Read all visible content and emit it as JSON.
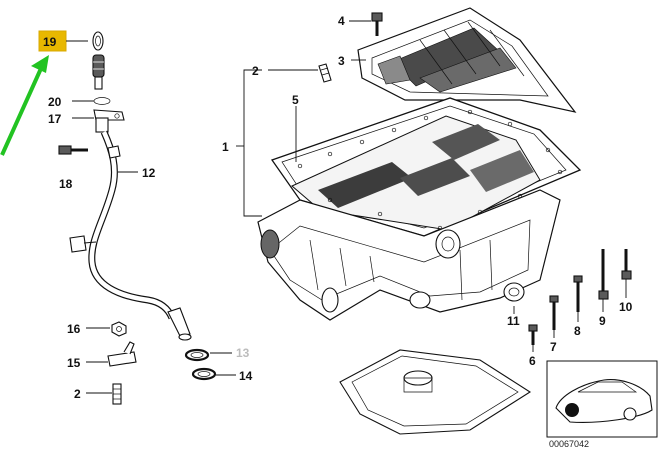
{
  "diagram": {
    "highlight_color": "#e8b800",
    "arrow_color": "#22c322",
    "callouts": {
      "c1": "1",
      "c2a": "2",
      "c2b": "2",
      "c3": "3",
      "c4": "4",
      "c5": "5",
      "c6": "6",
      "c7": "7",
      "c8": "8",
      "c9": "9",
      "c10": "10",
      "c11": "11",
      "c12": "12",
      "c13": "13",
      "c14": "14",
      "c15": "15",
      "c16": "16",
      "c17": "17",
      "c18": "18",
      "c19": "19",
      "c20": "20"
    },
    "reference_number": "00067042"
  }
}
